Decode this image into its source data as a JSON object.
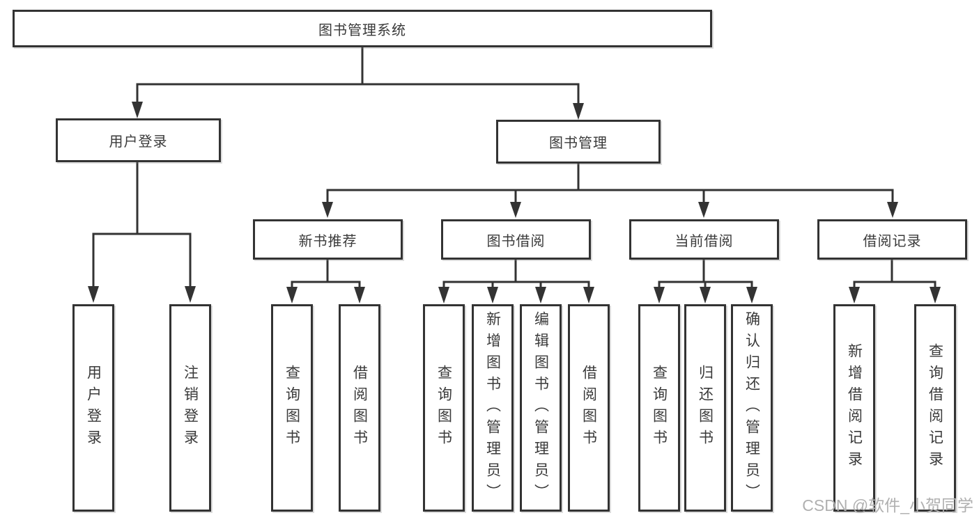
{
  "colors": {
    "line": "#333333",
    "text": "#3a3a3a",
    "watermark": "#b0b0b0"
  },
  "diagram": {
    "type": "hierarchy-tree",
    "root": "图书管理系统",
    "level2": {
      "user_login": "用户登录",
      "book_management": "图书管理"
    },
    "level3": {
      "new_book_recommend": "新书推荐",
      "book_borrow": "图书借阅",
      "current_borrow": "当前借阅",
      "borrow_records": "借阅记录"
    },
    "leaves": {
      "user_login": "用户登录",
      "logout": "注销登录",
      "recommend_query_books": "查询图书",
      "recommend_borrow_books": "借阅图书",
      "borrow_query_books": "查询图书",
      "borrow_add_books": "新增图书（管理员）",
      "borrow_edit_books": "编辑图书（管理员）",
      "borrow_borrow_books": "借阅图书",
      "current_query_books": "查询图书",
      "current_return_books": "归还图书",
      "current_confirm_return": "确认归还（管理员）",
      "records_add_record": "新增借阅记录",
      "records_query_record": "查询借阅记录"
    }
  },
  "watermark": "CSDN @软件_小贺同学"
}
